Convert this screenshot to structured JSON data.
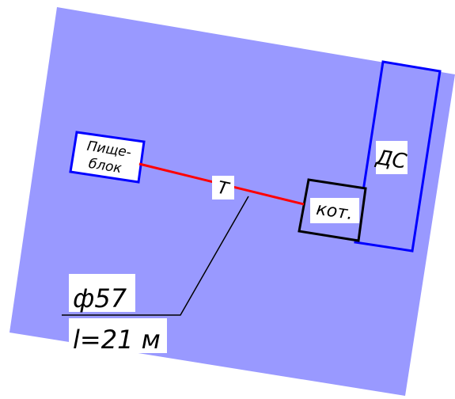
{
  "colors": {
    "background": "#ffffff",
    "sheet": "#9999ff",
    "pipe": "#ff0000",
    "block_outline": "#0000ff",
    "boiler_outline": "#000000",
    "label_fill": "#ffffff",
    "leader": "#000000"
  },
  "blocks": {
    "food_block": {
      "line1": "Пище-",
      "line2": "блок"
    },
    "diesel_station": {
      "label": "ДС"
    },
    "boiler": {
      "label": "кот."
    }
  },
  "pipe": {
    "marker": "Т"
  },
  "callout": {
    "diameter": "ф57",
    "length": "l=21 м"
  }
}
